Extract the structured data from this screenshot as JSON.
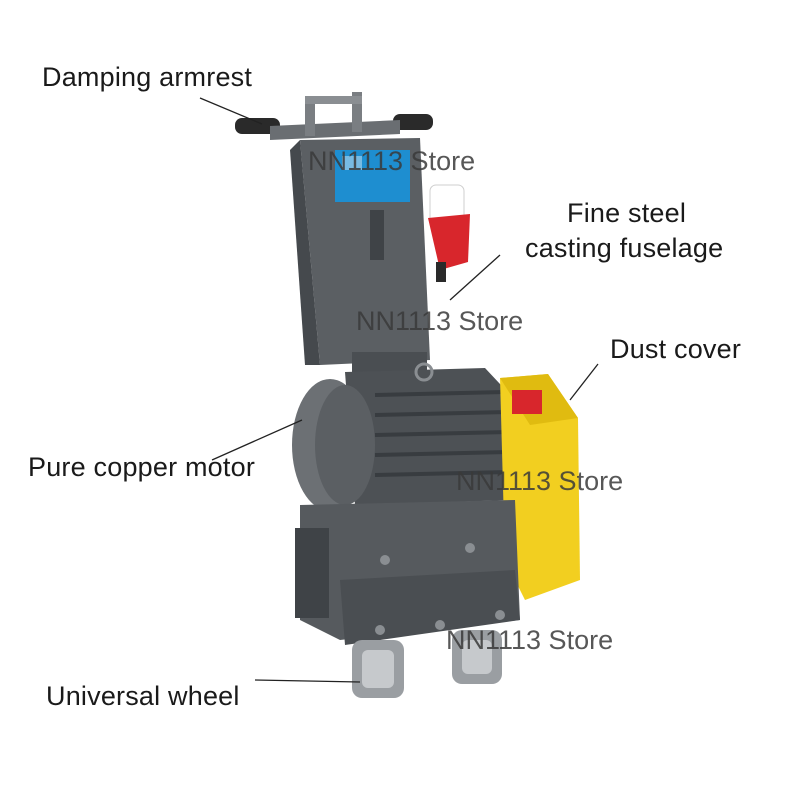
{
  "labels": {
    "damping_armrest": "Damping armrest",
    "fine_steel_line1": "Fine steel",
    "fine_steel_line2": "casting fuselage",
    "dust_cover": "Dust cover",
    "pure_copper_motor": "Pure copper motor",
    "universal_wheel": "Universal wheel"
  },
  "watermarks": [
    "NN1113 Store",
    "NN1113 Store",
    "NN1113 Store",
    "NN1113 Store"
  ],
  "colors": {
    "body_gray": "#5b5f63",
    "dark_gray": "#3f4347",
    "yellow_cover": "#f2cf20",
    "blue_panel": "#1e8ed0",
    "red_plug": "#d8262c"
  }
}
